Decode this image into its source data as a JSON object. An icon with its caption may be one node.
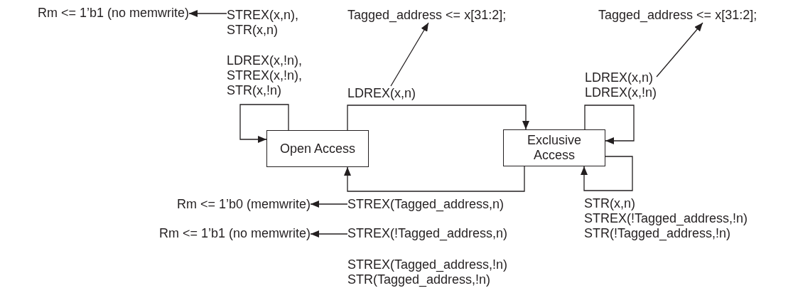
{
  "diagram": {
    "nodes": [
      {
        "text": [
          "Open Access"
        ]
      },
      {
        "text": [
          "Exclusive Access"
        ]
      },
      {
        "text": [
          "Rm <= 1’b1 (no memwrite)"
        ]
      },
      {
        "text": [
          "STREX(x,n), STR(x,n)"
        ]
      },
      {
        "text": [
          "Tagged_address <= x[31:2];"
        ]
      },
      {
        "text": [
          "Tagged_address <= x[31:2];"
        ]
      },
      {
        "text": [
          "LDREX(x,n)"
        ]
      },
      {
        "text": [
          "LDREX(x,n)",
          "LDREX(x,!n)"
        ]
      },
      {
        "text": [
          "Rm <= 1’b0 (memwrite)"
        ]
      },
      {
        "text": [
          "STREX(Tagged_address,n)"
        ]
      },
      {
        "text": [
          "Rm <= 1’b1 (no memwrite)"
        ]
      },
      {
        "text": [
          "STREX(!Tagged_address,n)"
        ]
      }
    ],
    "edges": [
      {
        "from": 3,
        "to": 2,
        "arrow": "to"
      },
      {
        "from": 6,
        "to": 4,
        "arrow": "to"
      },
      {
        "from": 7,
        "to": 5,
        "arrow": "to"
      },
      {
        "from": 9,
        "to": 8,
        "arrow": "to"
      },
      {
        "from": 11,
        "to": 10,
        "arrow": "to"
      },
      {
        "from": 0,
        "to": 0,
        "arrow": "to",
        "label": "LDREX(x,!n), STREX(x,!n), STR(x,!n)"
      },
      {
        "from": 0,
        "to": 1,
        "arrow": "to"
      },
      {
        "from": 1,
        "to": 1,
        "arrow": "to"
      },
      {
        "from": 1,
        "to": 1,
        "arrow": "to",
        "label": "STR(x,n) STREX(!Tagged_address,!n) STR(!Tagged_address,!n)"
      },
      {
        "from": 1,
        "to": 0,
        "arrow": "to"
      }
    ],
    "labels": [
      "STREX(Tagged_address,!n)",
      "STR(Tagged_address,!n)"
    ]
  }
}
